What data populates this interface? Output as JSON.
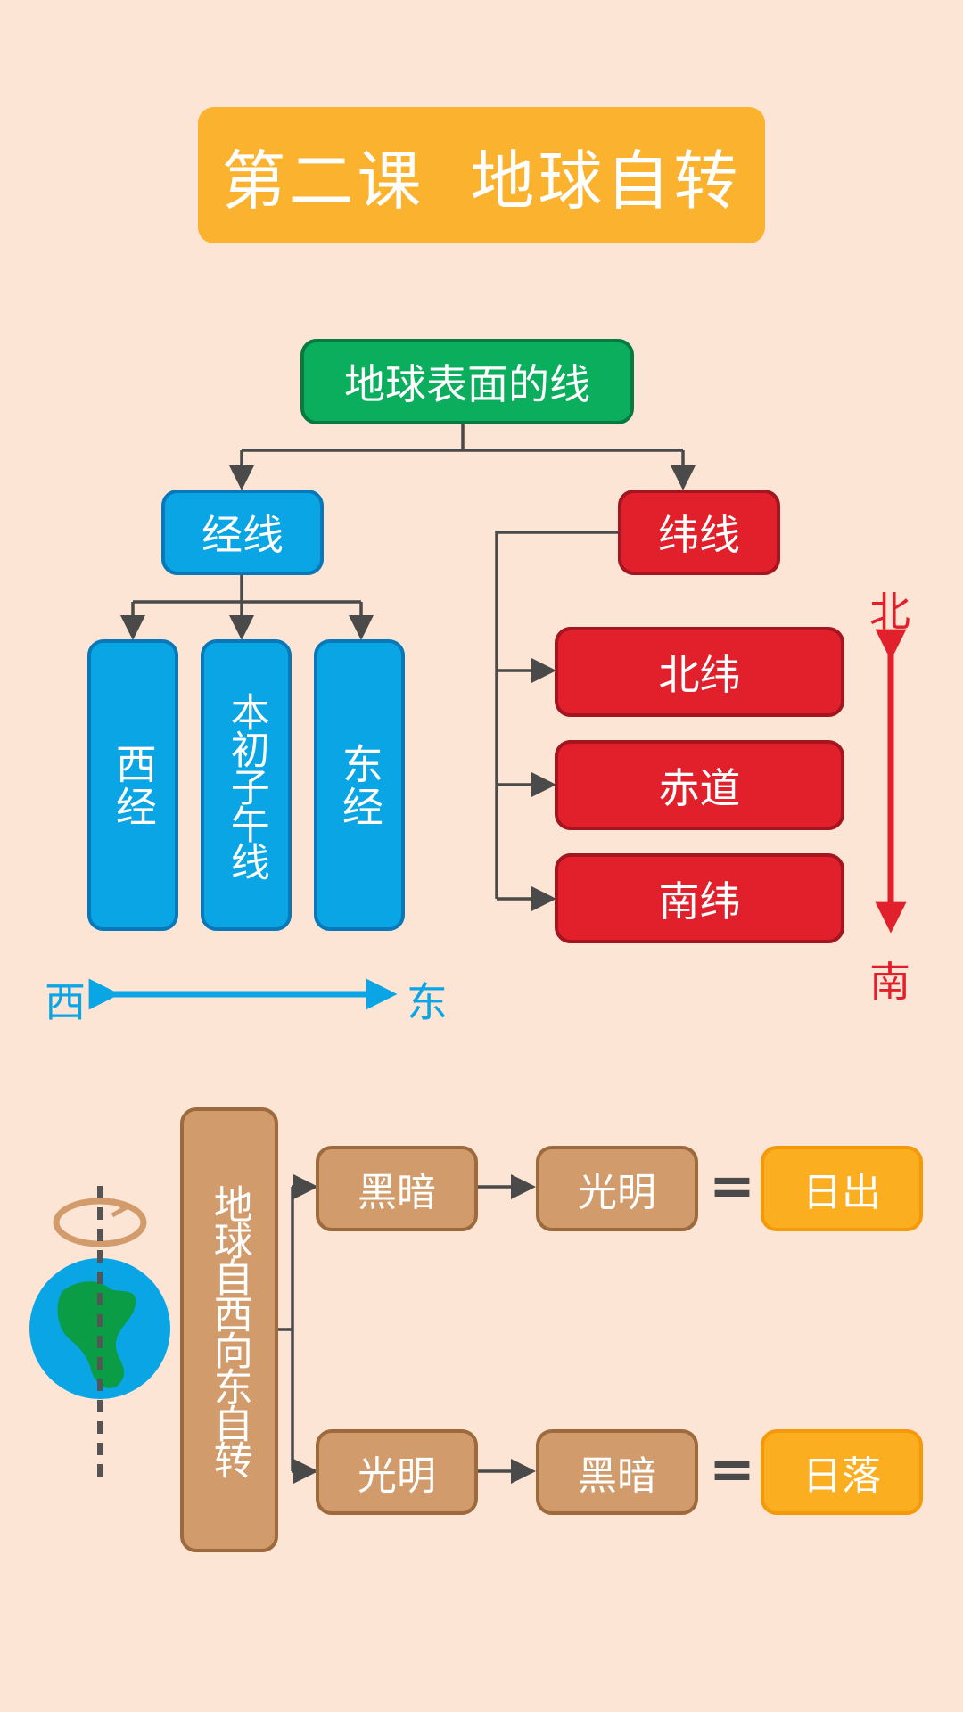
{
  "title": "第二课  地球自转",
  "root": "地球表面的线",
  "meridian": {
    "label": "经线",
    "children": [
      "西经",
      "本初子午线",
      "东经"
    ],
    "dir_left": "西",
    "dir_right": "东"
  },
  "parallel": {
    "label": "纬线",
    "children": [
      "北纬",
      "赤道",
      "南纬"
    ],
    "dir_top": "北",
    "dir_bottom": "南"
  },
  "rotation": {
    "label": "地球自西向东自转",
    "row1": {
      "from": "黑暗",
      "to": "光明",
      "equals": "=",
      "result": "日出"
    },
    "row2": {
      "from": "光明",
      "to": "黑暗",
      "equals": "=",
      "result": "日落"
    }
  },
  "colors": {
    "background": "#fde5d6",
    "title": "#fbb22e",
    "root": "#0bae5c",
    "meridian": "#0aa5e4",
    "parallel": "#e1202c",
    "rotation": "#d29b6b",
    "result": "#fcae21"
  }
}
